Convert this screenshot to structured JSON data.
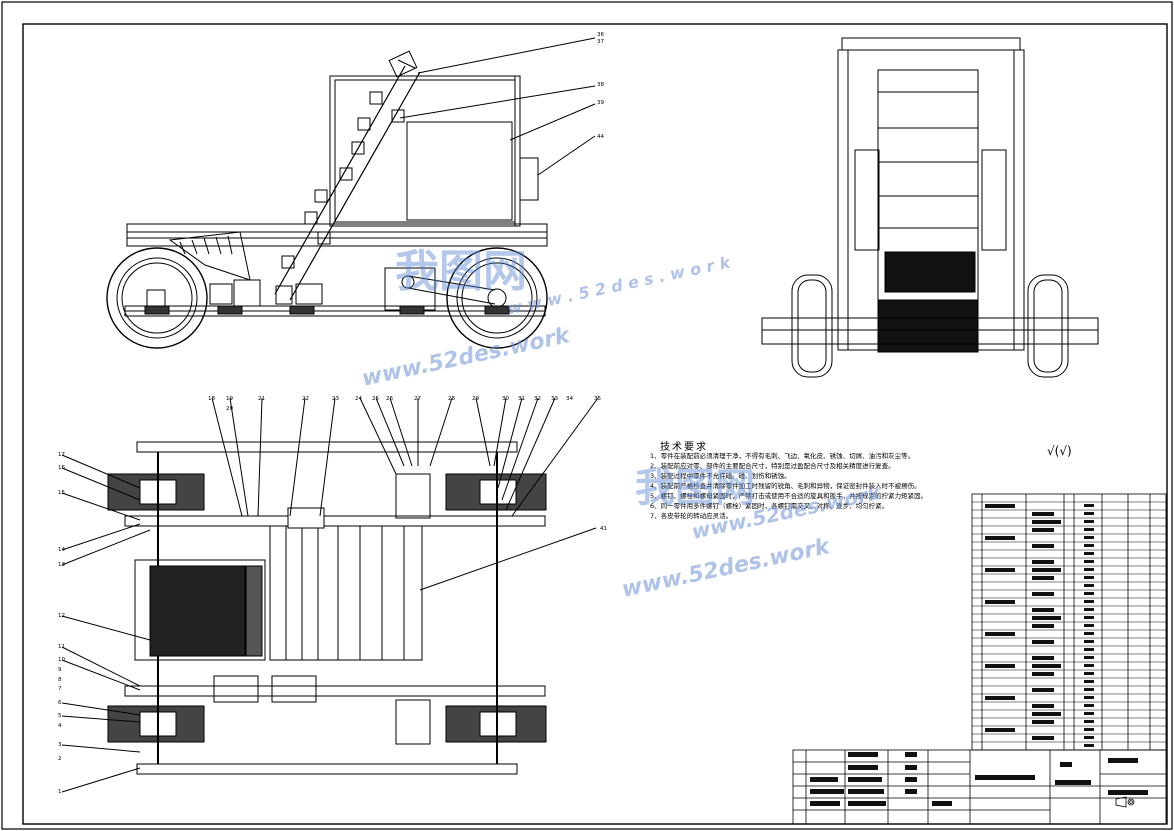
{
  "watermark": {
    "url": "www.52des.work",
    "url_short": "w w w . 5 2 d e s . w o r k",
    "logo_text": "我图网",
    "color": "#5a86d3"
  },
  "tech_requirements": {
    "title": "技术要求",
    "items": [
      "1、零件在装配前必须清理干净，不得有毛刺、飞边、氧化皮、锈蚀、切屑、油污和灰尘等。",
      "2、装配前应对零、部件的主要配合尺寸，特别是过盈配合尺寸及相关精度进行复查。",
      "3、装配过程中零件不允许磕、碰、划伤和锈蚀。",
      "4、装配前严格检查并清除零件加工时残留的锐角、毛刺和异物，保证密封件装入时不被擦伤。",
      "5、螺钉、螺栓和螺母紧固时，严禁打击或使用不合适的旋具和扳手，并按规定的拧紧力矩紧固。",
      "6、同一零件用多件螺钉（螺栓）紧固时，各螺钉需交叉、对称、逐步、均匀拧紧。",
      "7、各皮带轮的转动应灵活。"
    ]
  },
  "roughness_symbol": "√(√)",
  "callouts_top": [
    "36",
    "37",
    "38",
    "39",
    "44"
  ],
  "callouts_plan_top": [
    "18",
    "19",
    "20",
    "21",
    "22",
    "23",
    "24",
    "25",
    "26",
    "27",
    "28",
    "29",
    "30",
    "31",
    "32",
    "33",
    "34",
    "35"
  ],
  "callouts_plan_left": [
    "17",
    "16",
    "15",
    "14",
    "13",
    "12",
    "11",
    "10",
    "9",
    "8",
    "7",
    "6",
    "5",
    "4",
    "3",
    "2",
    "1"
  ],
  "callouts_plan_right": [
    "41"
  ]
}
